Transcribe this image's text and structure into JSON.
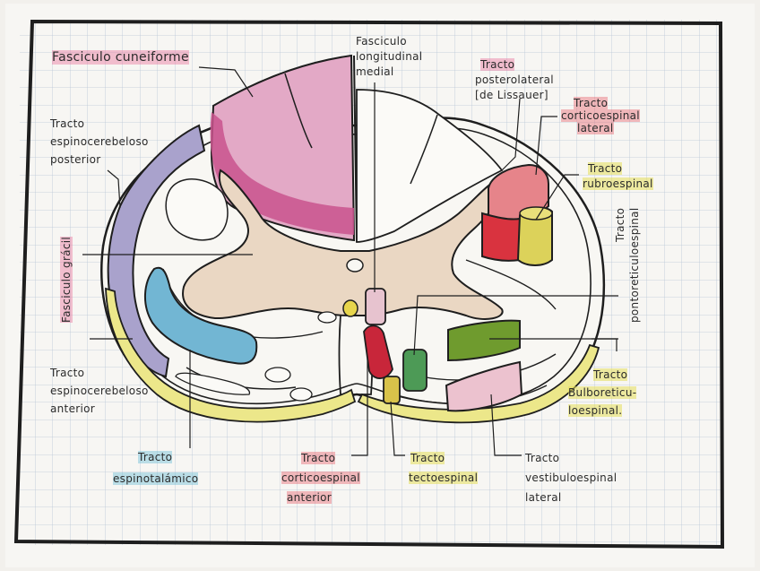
{
  "colors": {
    "paper": "#f7f6f3",
    "grid": "#b9c7d6",
    "border": "#1e1e1e",
    "white_matter_outline": "#1e1e1e",
    "gray_matter": "#ead7c3",
    "cuneiform": "#e3a9c6",
    "cuneiform_dark": "#c9538d",
    "posterior_spinocerebellar": "#a9a2cc",
    "anterior_spinocerebellar_yellow": "#ece78a",
    "spinothalamic": "#72b6d3",
    "posterolateral": "#e6848a",
    "lateral_corticospinal": "#d9333f",
    "rubrospinal": "#dcd25a",
    "pontoreticulospinal": "#6f9b2e",
    "vestibulospinal": "#ecc2cf",
    "tectospinal": "#d8c24a",
    "anterior_corticospinal": "#c8263a",
    "medial_longitudinal": "#e7c3cf",
    "green_small": "#4d9a56"
  },
  "labels": {
    "fasciculo_cuneiforme": "Fasciculo cuneiforme",
    "fasciculo_longitudinal": [
      "Fasciculo",
      "longitudinal",
      "medial"
    ],
    "tracto_posterolateral": [
      "Tracto",
      "posterolateral",
      "[de Lissauer]"
    ],
    "tracto_corticoespinal_lateral": [
      "Tracto",
      "corticoespinal",
      "lateral"
    ],
    "tracto_rubroespinal": [
      "Tracto",
      "rubroespinal"
    ],
    "tracto_espinocerebeloso_posterior": [
      "Tracto",
      "espinocerebeloso",
      "posterior"
    ],
    "fasciculo_gracil": "Fasciculo grácil",
    "tracto_pontoreticuloespinal": [
      "Tracto",
      "pontoreticuloespinal"
    ],
    "tracto_espinocerebeloso_anterior": [
      "Tracto",
      "espinocerebeloso",
      "anterior"
    ],
    "tracto_bulboreticuloespinal": [
      "Tracto",
      "Bulboreticu-",
      "loespinal."
    ],
    "tracto_espinotalamico": [
      "Tracto",
      "espinotalámico"
    ],
    "tracto_corticoespinal_anterior": [
      "Tracto",
      "corticoespinal",
      "anterior"
    ],
    "tracto_tectoespinal": [
      "Tracto",
      "tectoespinal"
    ],
    "tracto_vestibuloespinal_lateral": [
      "Tracto",
      "vestibuloespinal",
      "lateral"
    ]
  }
}
